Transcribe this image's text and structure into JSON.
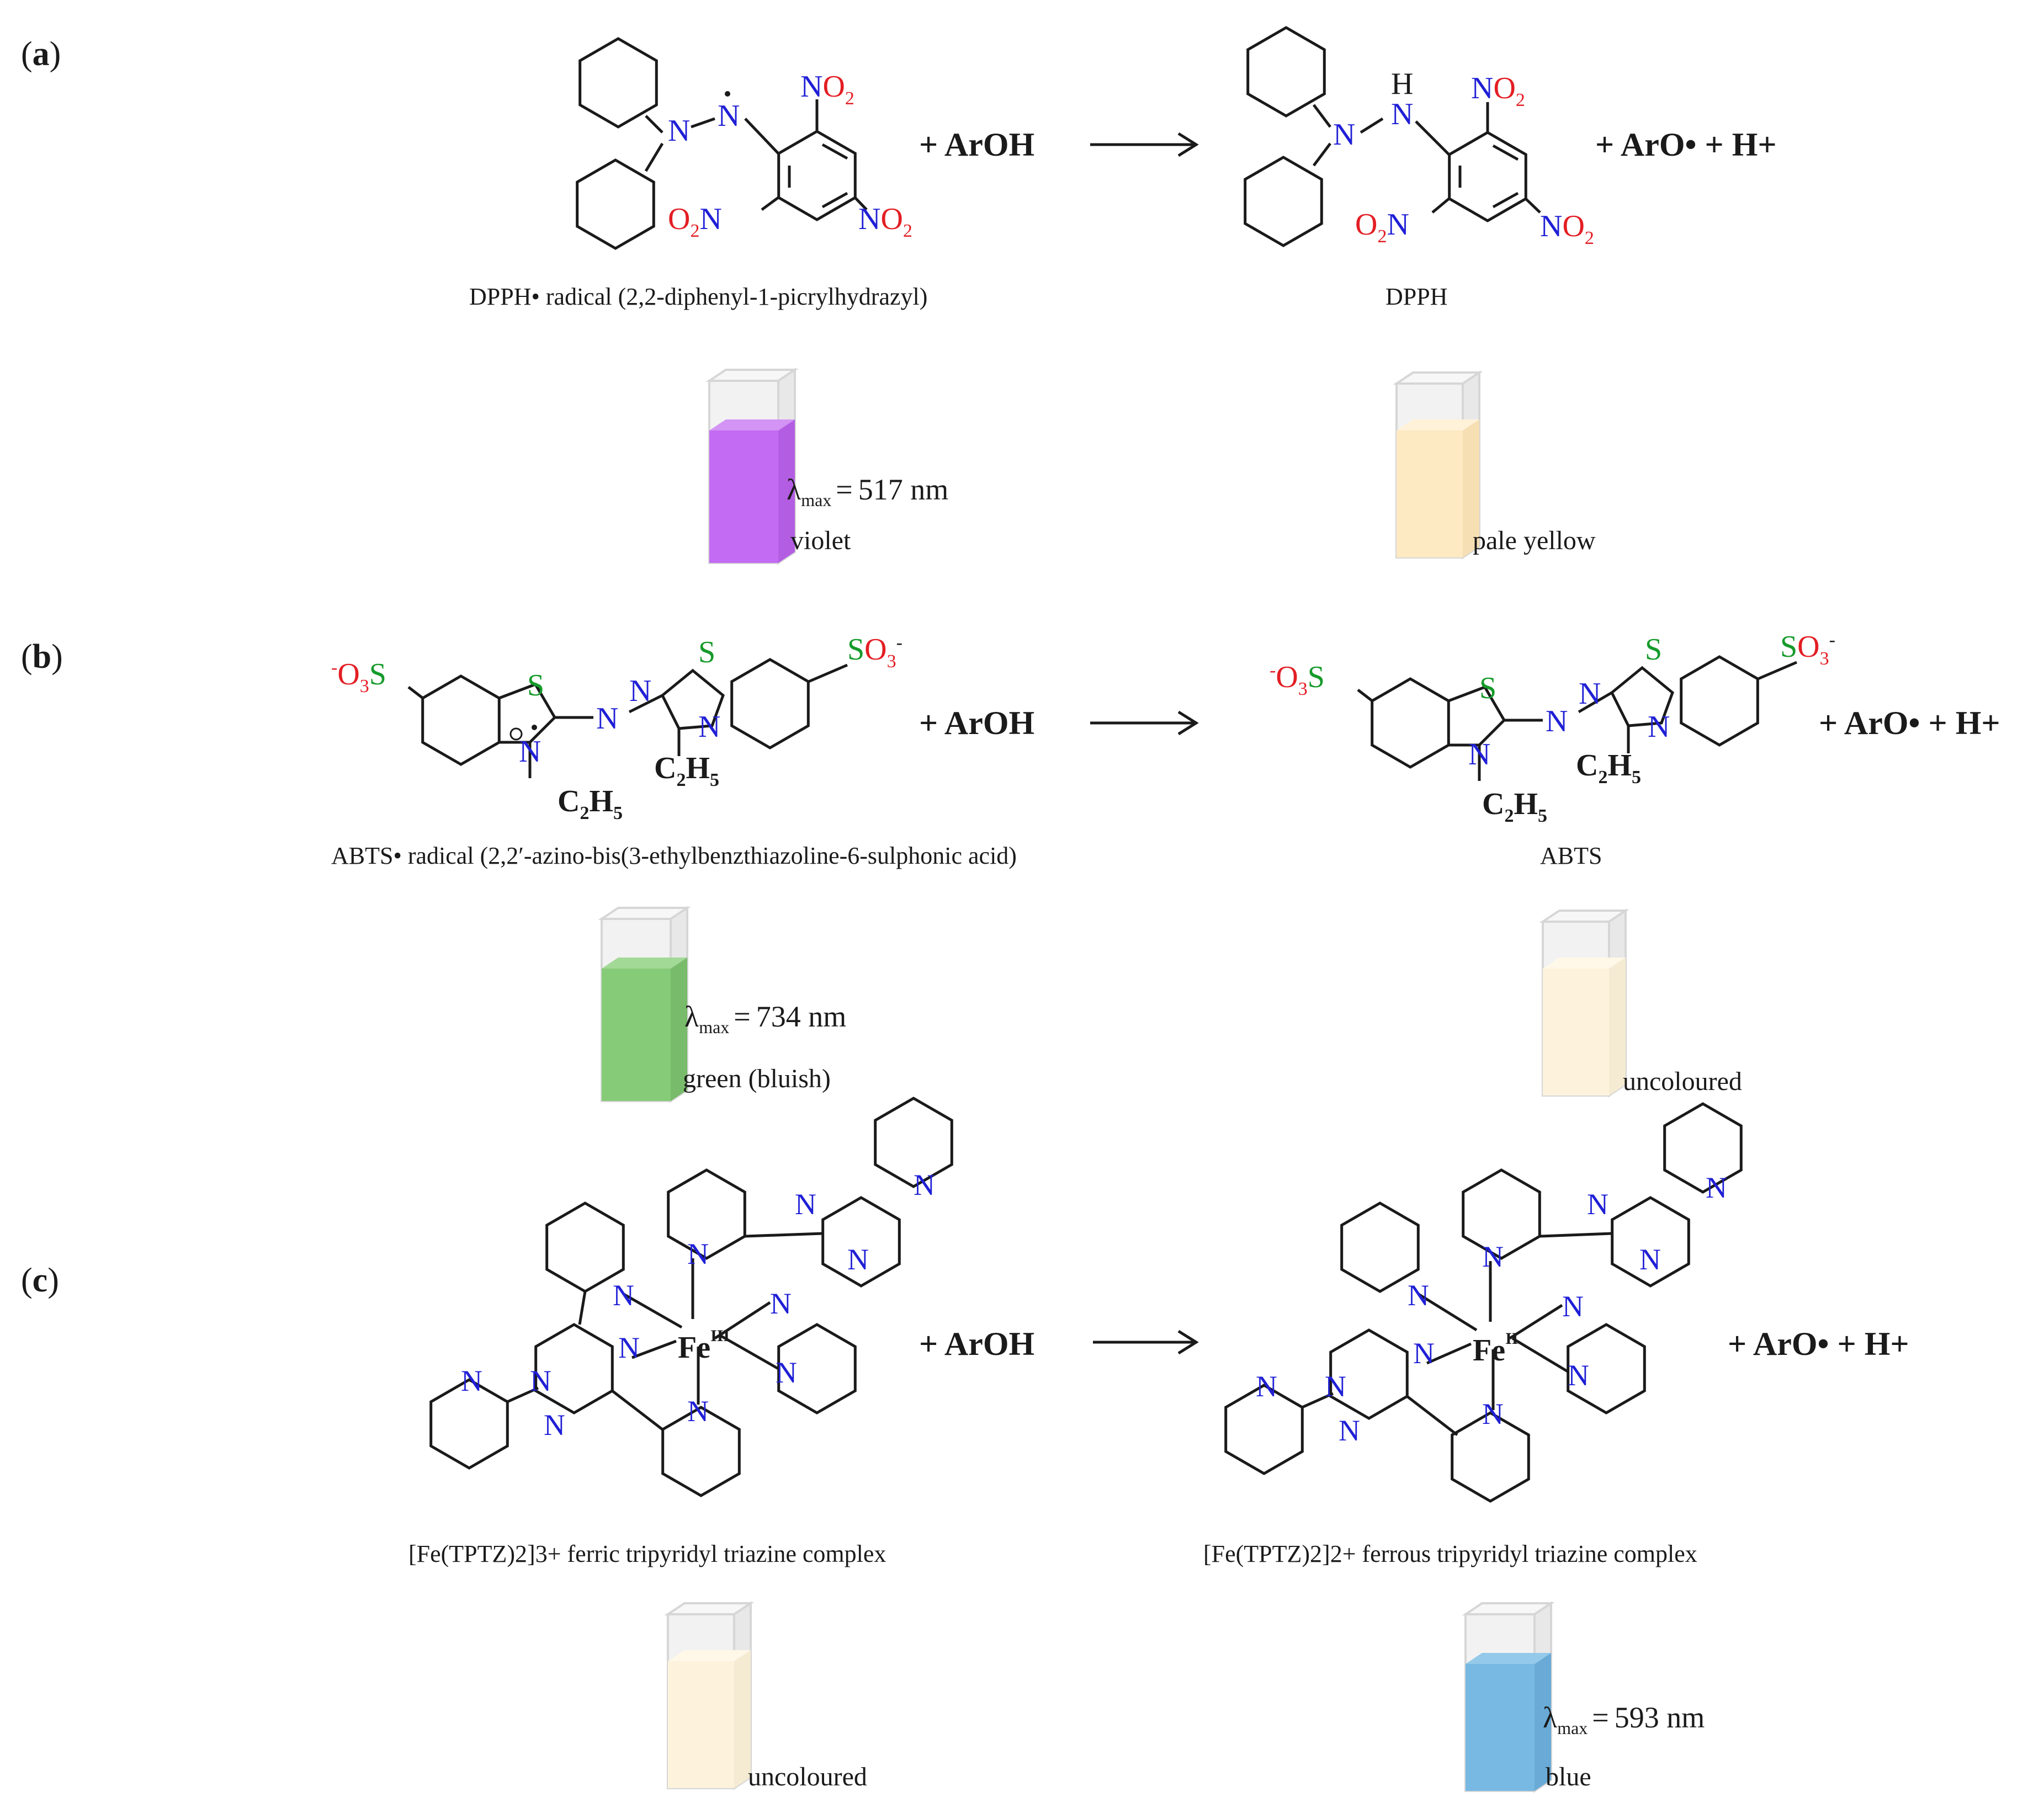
{
  "colors": {
    "bond": "#1a1a1a",
    "nitrogen": "#1f1fd6",
    "oxygen": "#e31e24",
    "sulfur": "#159a2a",
    "text": "#1a1a1a",
    "cuvette_violet": "#c36bf2",
    "cuvette_pale_yellow": "#fde9c2",
    "cuvette_green": "#86cb78",
    "cuvette_uncoloured": "#fdf3dd",
    "cuvette_blue": "#78b9e3"
  },
  "panels": {
    "a": {
      "label": "a",
      "reagent": "+ ArOH",
      "reactant_caption": "DPPH• radical (2,2-diphenyl-1-picrylhydrazyl)",
      "product_caption": "DPPH",
      "products": "+ ArO• + H+",
      "reactant_cuvette": {
        "lambda": "517 nm",
        "colour": "violet"
      },
      "product_cuvette": {
        "colour": "pale yellow"
      }
    },
    "b": {
      "label": "b",
      "reagent": "+ ArOH",
      "reactant_caption": "ABTS• radical (2,2′-azino-bis(3-ethylbenzthiazoline-6-sulphonic acid)",
      "product_caption": "ABTS",
      "products": "+ ArO• + H+",
      "reactant_cuvette": {
        "lambda": "734 nm",
        "colour": "green (bluish)"
      },
      "product_cuvette": {
        "colour": "uncoloured"
      }
    },
    "c": {
      "label": "c",
      "reagent": "+ ArOH",
      "reactant_caption": "[Fe(TPTZ)2]3+ ferric tripyridyl triazine complex",
      "product_caption": "[Fe(TPTZ)2]2+ ferrous tripyridyl triazine complex",
      "products": "+ ArO• + H+",
      "reactant_cuvette": {
        "colour": "uncoloured"
      },
      "product_cuvette": {
        "lambda": "593 nm",
        "colour": "blue"
      }
    }
  },
  "text": {
    "lambda_symbol": "λ",
    "lambda_sub": "max",
    "equals": "=",
    "nitro": "NO",
    "nitro_left_O": "O",
    "nitro_left_N": "N",
    "two": "2",
    "three": "3",
    "five": "5",
    "N": "N",
    "H": "H",
    "S": "S",
    "C": "C",
    "Fe": "Fe",
    "ferric_ox": "III",
    "ferrous_ox": "II",
    "sulfonate_O": "O",
    "minus": "-",
    "ethyl_C": "C",
    "ethyl_H": "H"
  }
}
